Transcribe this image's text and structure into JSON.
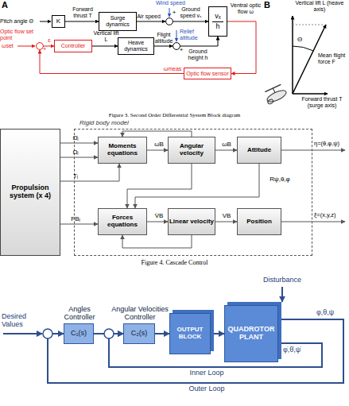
{
  "diagram": {
    "nodes": [
      {
        "text": [
          "K"
        ]
      },
      {
        "text": [
          "Surge dynamics"
        ]
      },
      {
        "text": [
          "+"
        ]
      },
      {
        "text": [
          "vₓ",
          "h"
        ]
      },
      {
        "text": [
          "+"
        ]
      },
      {
        "text": [
          "Controller"
        ]
      },
      {
        "text": [
          "Heave dynamics"
        ]
      },
      {
        "text": [
          "+"
        ]
      },
      {
        "text": [
          "Optic flow sensor"
        ]
      },
      {
        "text": [
          "Rigid body model"
        ]
      },
      {
        "text": [
          "Propulsion system (x 4)"
        ]
      },
      {
        "text": [
          "Moments equations"
        ],
        "in": 9
      },
      {
        "text": [
          "Angular velocity"
        ],
        "in": 9
      },
      {
        "text": [
          "Attitude"
        ],
        "in": 9
      },
      {
        "text": [
          "Forces equations"
        ],
        "in": 9
      },
      {
        "text": [
          "Linear velocity"
        ],
        "in": 9
      },
      {
        "text": [
          "Position"
        ],
        "in": 9
      },
      {
        "text": [
          "Angles Controller",
          "C₁(s)"
        ]
      },
      {
        "text": [
          "Angular Velocities Controller",
          "C₂(s)"
        ]
      },
      {
        "text": [
          "OUTPUT BLOCK"
        ]
      },
      {
        "text": [
          "QUADROTOR PLANT"
        ]
      }
    ],
    "edges": [
      {
        "from": 0,
        "to": 1,
        "arrow": "to",
        "label": "Forward thrust T"
      },
      {
        "from": 1,
        "to": 2,
        "arrow": "to",
        "label": "Air speed"
      },
      {
        "from": 2,
        "to": 3,
        "arrow": "to",
        "label": "Ground speed vₓ"
      },
      {
        "from": 4,
        "to": 5,
        "arrow": "to",
        "label": "ε"
      },
      {
        "from": 5,
        "to": 6,
        "arrow": "to",
        "label": "Vertical lift L"
      },
      {
        "from": 6,
        "to": 7,
        "arrow": "to",
        "label": "Flight altitude"
      },
      {
        "from": 7,
        "to": 3,
        "arrow": "to",
        "label": "Ground height h"
      },
      {
        "from": 3,
        "to": 8,
        "arrow": "to",
        "label": "Ventral optic flow ω"
      },
      {
        "from": 8,
        "to": 4,
        "arrow": "to",
        "label": "ωmeas"
      },
      {
        "from": 10,
        "to": 11,
        "arrow": "to",
        "label": "Ω̇ᵢ"
      },
      {
        "from": 10,
        "to": 11,
        "arrow": "to",
        "label": "Ωᵢ"
      },
      {
        "from": 10,
        "to": 11,
        "arrow": "to",
        "label": "Tᵢ"
      },
      {
        "from": 10,
        "to": 14,
        "arrow": "to",
        "label": "FBᵢ"
      },
      {
        "from": 11,
        "to": 12,
        "arrow": "to",
        "label": "ω̇B"
      },
      {
        "from": 12,
        "to": 13,
        "arrow": "to",
        "label": "ωB"
      },
      {
        "from": 12,
        "to": 11,
        "arrow": "to"
      },
      {
        "from": 13,
        "to": 14,
        "arrow": "to",
        "label": "Rψ,θ,φ"
      },
      {
        "from": 12,
        "to": 14,
        "arrow": "to"
      },
      {
        "from": 14,
        "to": 15,
        "arrow": "to",
        "label": "V̇B"
      },
      {
        "from": 15,
        "to": 16,
        "arrow": "to",
        "label": "VB"
      },
      {
        "from": 15,
        "to": 14,
        "arrow": "to"
      },
      {
        "from": 17,
        "to": 18,
        "arrow": "to"
      },
      {
        "from": 18,
        "to": 19,
        "arrow": "to"
      },
      {
        "from": 19,
        "to": 20,
        "arrow": "to"
      },
      {
        "from": 20,
        "to": 18,
        "arrow": "to",
        "label": "Inner Loop"
      },
      {
        "from": 20,
        "to": 17,
        "arrow": "to",
        "label": "Outer Loop"
      }
    ],
    "labels": [
      "A",
      "Pitch angle Θ",
      "Wind speed",
      "Optic flow set point",
      "ωset",
      "Relief altitude",
      "B",
      "Vertical lift L (heave axis)",
      "Θ",
      "Mean flight force F",
      "Forward thrust T (surge axis)",
      "Figure 3. Second Order Differential System Block diagram",
      "η=(θ,φ,ψ)",
      "ξ=(x,y,z)",
      "Figure 4. Cascade Control",
      "Desired Values",
      "Disturbance",
      "φ,θ,ψ",
      "φ̇,θ̇,ψ̇"
    ]
  }
}
